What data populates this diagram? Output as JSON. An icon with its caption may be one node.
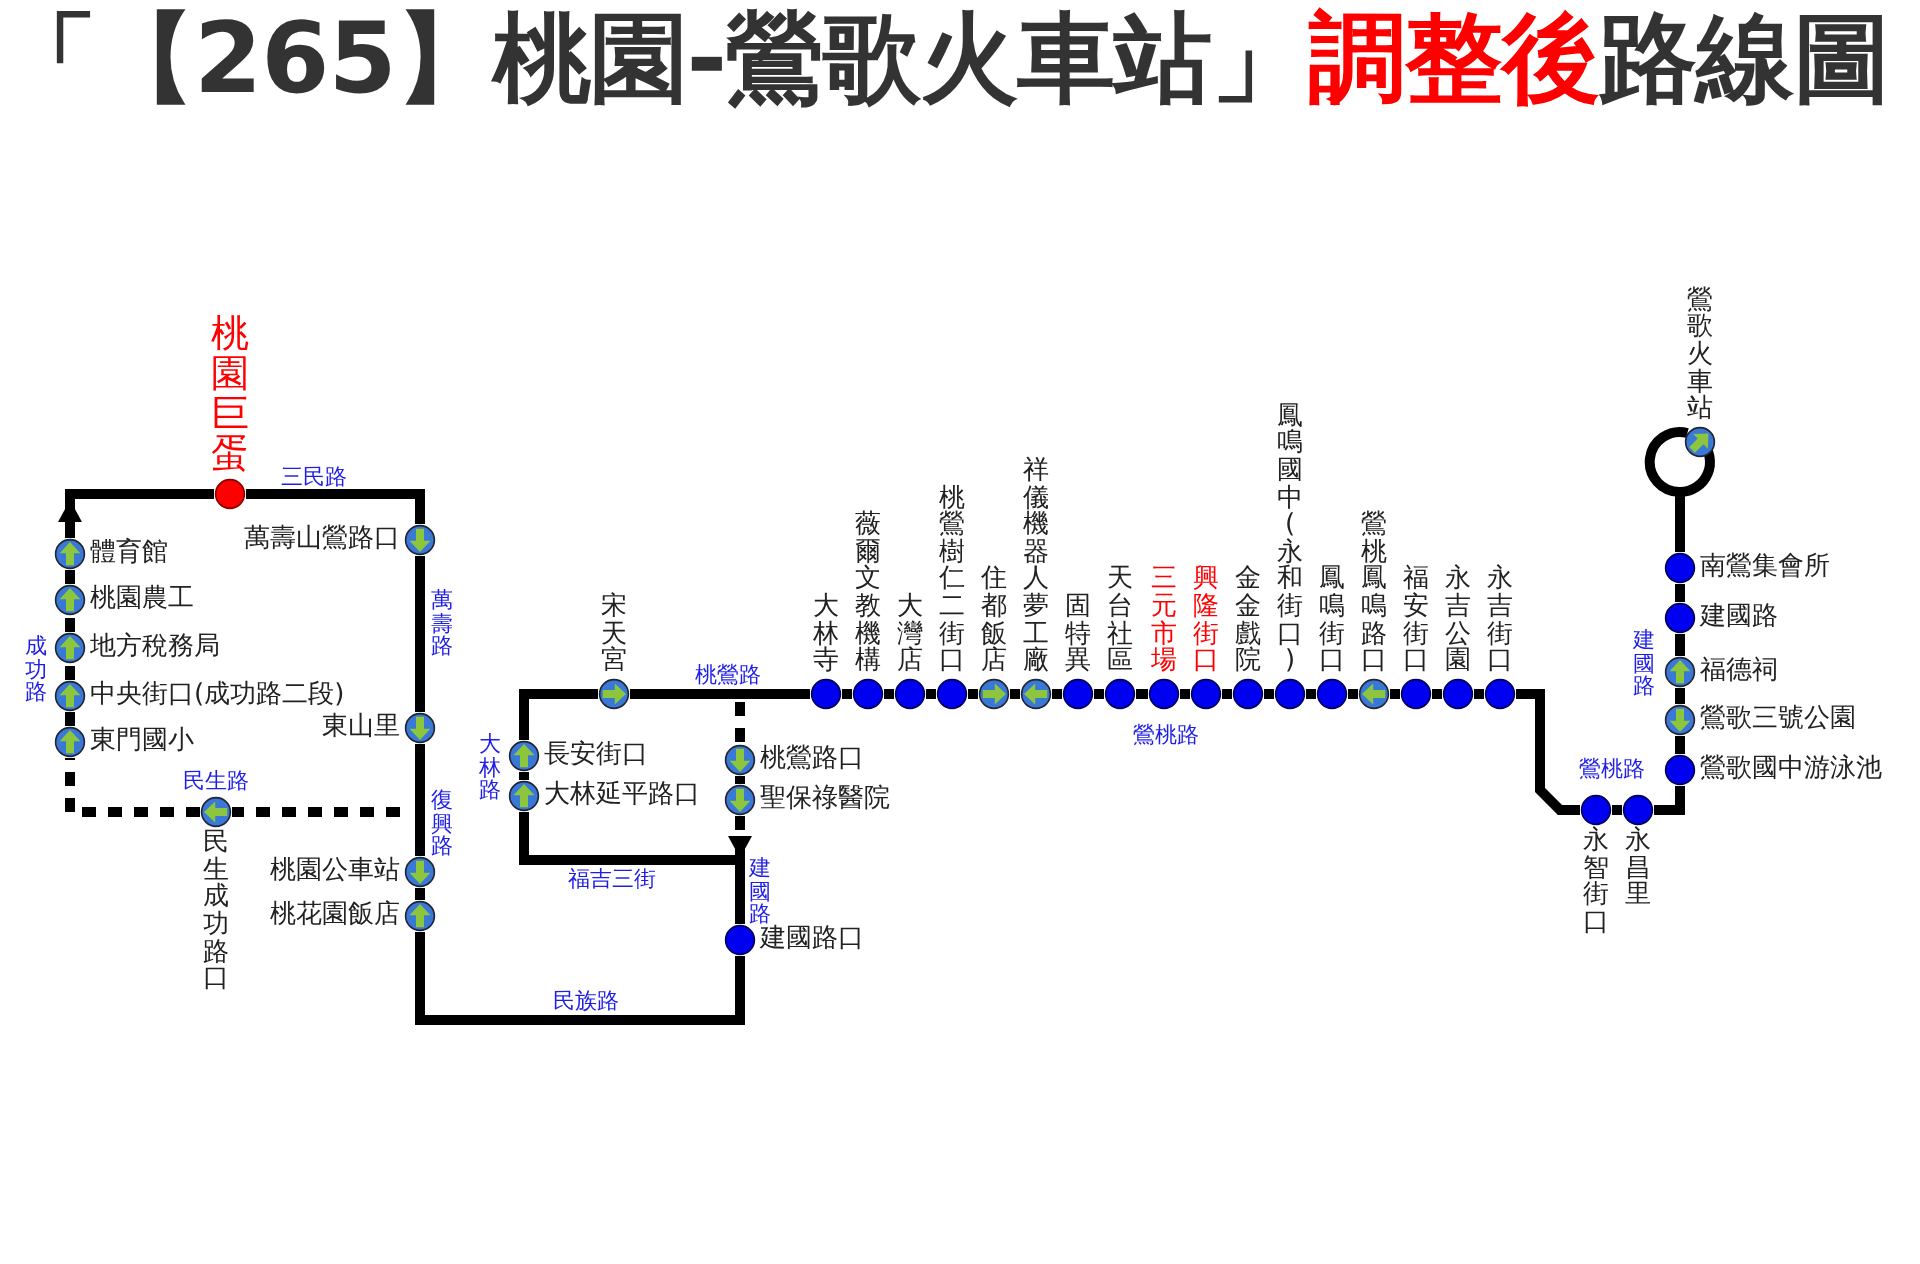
{
  "diagram": {
    "title": "「【265】桃園-鶯歌火車站」**調整後**路線圖",
    "nodes": [
      {
        "text": [
          "桃園巨蛋"
        ]
      },
      {
        "text": [
          "體育館"
        ]
      },
      {
        "text": [
          "桃園農工"
        ]
      },
      {
        "text": [
          "地方稅務局"
        ]
      },
      {
        "text": [
          "中央街口(成功路二段)"
        ]
      },
      {
        "text": [
          "東門國小"
        ]
      },
      {
        "text": [
          "民生成功路口"
        ]
      },
      {
        "text": [
          "萬壽山鶯路口"
        ]
      },
      {
        "text": [
          "東山里"
        ]
      },
      {
        "text": [
          "桃園公車站"
        ]
      },
      {
        "text": [
          "桃花園飯店"
        ]
      },
      {
        "text": [
          "宋天宮"
        ]
      },
      {
        "text": [
          "長安街口"
        ]
      },
      {
        "text": [
          "大林延平路口"
        ]
      },
      {
        "text": [
          "桃鶯路口"
        ]
      },
      {
        "text": [
          "聖保祿醫院"
        ]
      },
      {
        "text": [
          "建國路口"
        ]
      },
      {
        "text": [
          "大林寺"
        ]
      },
      {
        "text": [
          "薇爾文教機構"
        ]
      },
      {
        "text": [
          "大灣店"
        ]
      },
      {
        "text": [
          "桃鶯樹仁二街口"
        ]
      },
      {
        "text": [
          "住都飯店"
        ]
      },
      {
        "text": [
          "祥儀機器人夢工廠"
        ]
      },
      {
        "text": [
          "固特異"
        ]
      },
      {
        "text": [
          "天台社區"
        ]
      },
      {
        "text": [
          "三元市場"
        ]
      },
      {
        "text": [
          "興隆街口"
        ]
      },
      {
        "text": [
          "金金戲院"
        ]
      },
      {
        "text": [
          "鳳鳴國中(永和街口)"
        ]
      },
      {
        "text": [
          "鳳鳴街口"
        ]
      },
      {
        "text": [
          "鶯桃鳳鳴路口"
        ]
      },
      {
        "text": [
          "福安街口"
        ]
      },
      {
        "text": [
          "永吉公園"
        ]
      },
      {
        "text": [
          "永吉街口"
        ]
      },
      {
        "text": [
          "永智街口"
        ]
      },
      {
        "text": [
          "永昌里"
        ]
      },
      {
        "text": [
          "鶯歌火車站"
        ]
      },
      {
        "text": [
          "南鶯集會所"
        ]
      },
      {
        "text": [
          "建國路"
        ]
      },
      {
        "text": [
          "福德祠"
        ]
      },
      {
        "text": [
          "鶯歌三號公園"
        ]
      },
      {
        "text": [
          "鶯歌國中游泳池"
        ]
      }
    ],
    "edges": [
      {
        "from": 1,
        "to": 0,
        "arrow": "to"
      },
      {
        "from": 2,
        "to": 1,
        "arrow": "none",
        "style": "dashed"
      },
      {
        "from": 3,
        "to": 2,
        "arrow": "none",
        "style": "dashed"
      },
      {
        "from": 4,
        "to": 3,
        "arrow": "none",
        "style": "dashed"
      },
      {
        "from": 5,
        "to": 4,
        "arrow": "none",
        "style": "dashed"
      },
      {
        "from": 6,
        "to": 5,
        "arrow": "none",
        "style": "dashed"
      },
      {
        "from": null,
        "to": 6,
        "arrow": "none",
        "style": "dashed"
      },
      {
        "from": 0,
        "to": 7,
        "arrow": "none"
      },
      {
        "from": 7,
        "to": 8,
        "arrow": "none"
      },
      {
        "from": 8,
        "to": 9,
        "arrow": "none"
      },
      {
        "from": 9,
        "to": 10,
        "arrow": "none"
      },
      {
        "from": 10,
        "to": 16,
        "arrow": "none"
      },
      {
        "from": 16,
        "to": 13,
        "arrow": "none"
      },
      {
        "from": 15,
        "to": 16,
        "arrow": "to",
        "style": "dashed"
      },
      {
        "from": 14,
        "to": 15,
        "arrow": "none",
        "style": "dashed"
      },
      {
        "from": 17,
        "to": 14,
        "arrow": "none",
        "style": "dashed"
      },
      {
        "from": 13,
        "to": 12,
        "arrow": "none"
      },
      {
        "from": 12,
        "to": 11,
        "arrow": "none"
      },
      {
        "from": 11,
        "to": 17,
        "arrow": "none"
      },
      {
        "from": 17,
        "to": 18,
        "arrow": "none"
      },
      {
        "from": 18,
        "to": 19,
        "arrow": "none"
      },
      {
        "from": 19,
        "to": 20,
        "arrow": "none"
      },
      {
        "from": 20,
        "to": 21,
        "arrow": "none"
      },
      {
        "from": 21,
        "to": 22,
        "arrow": "none"
      },
      {
        "from": 22,
        "to": 23,
        "arrow": "none"
      },
      {
        "from": 23,
        "to": 24,
        "arrow": "none"
      },
      {
        "from": 24,
        "to": 25,
        "arrow": "none"
      },
      {
        "from": 25,
        "to": 26,
        "arrow": "none"
      },
      {
        "from": 26,
        "to": 27,
        "arrow": "none"
      },
      {
        "from": 27,
        "to": 28,
        "arrow": "none"
      },
      {
        "from": 28,
        "to": 29,
        "arrow": "none"
      },
      {
        "from": 29,
        "to": 30,
        "arrow": "none"
      },
      {
        "from": 30,
        "to": 31,
        "arrow": "none"
      },
      {
        "from": 31,
        "to": 32,
        "arrow": "none"
      },
      {
        "from": 32,
        "to": 33,
        "arrow": "none"
      },
      {
        "from": 33,
        "to": 34,
        "arrow": "none"
      },
      {
        "from": 34,
        "to": 35,
        "arrow": "none"
      },
      {
        "from": 35,
        "to": 41,
        "arrow": "none"
      },
      {
        "from": 41,
        "to": 40,
        "arrow": "none"
      },
      {
        "from": 40,
        "to": 39,
        "arrow": "none"
      },
      {
        "from": 39,
        "to": 38,
        "arrow": "none"
      },
      {
        "from": 38,
        "to": 37,
        "arrow": "none"
      },
      {
        "from": 37,
        "to": 36,
        "arrow": "none"
      }
    ],
    "labels": [
      "三民路",
      "成功路",
      "萬壽路",
      "民生路",
      "復興路",
      "桃鶯路",
      "大林路",
      "建國路",
      "福吉三街",
      "民族路",
      "鶯桃路",
      "建國路",
      "鶯桃路"
    ]
  }
}
